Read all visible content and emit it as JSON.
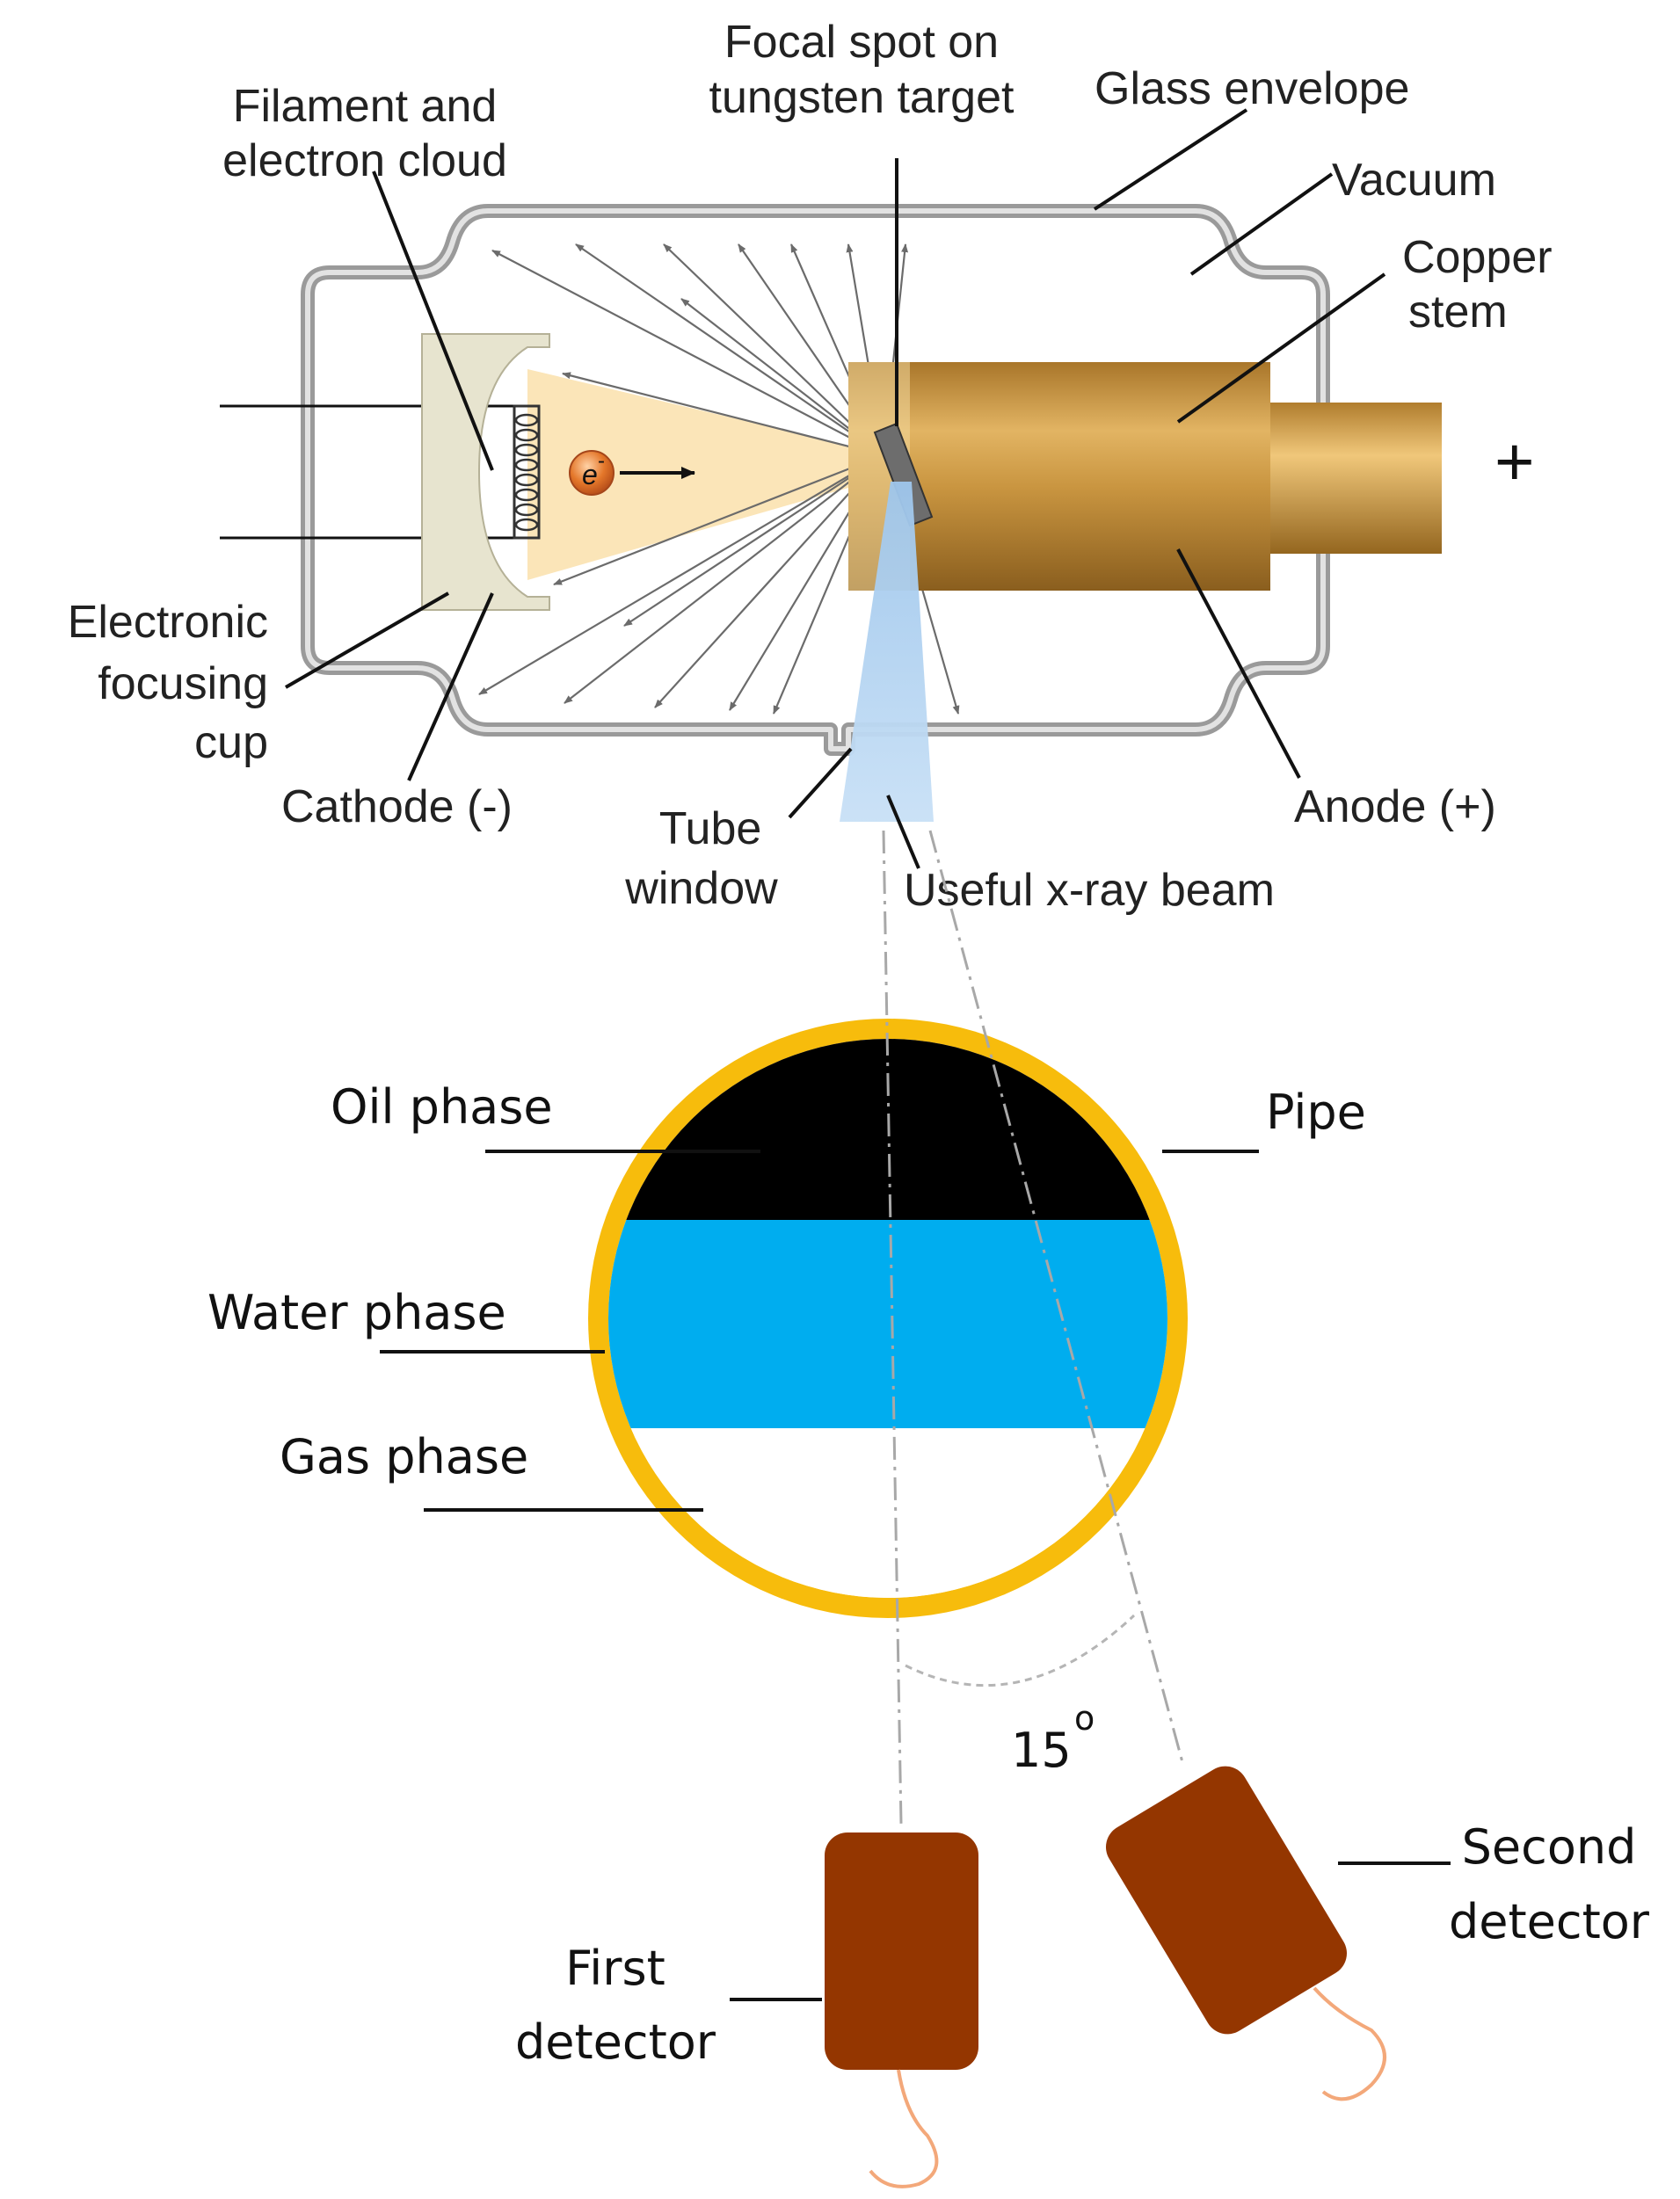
{
  "xray_tube": {
    "labels": {
      "filament_line1": "Filament and",
      "filament_line2": "electron cloud",
      "focal_line1": "Focal spot on",
      "focal_line2": "tungsten target",
      "glass_envelope": "Glass envelope",
      "vacuum": "Vacuum",
      "copper_line1": "Copper",
      "copper_line2": "stem",
      "plus_sign": "+",
      "electronic_line1": "Electronic",
      "electronic_line2": "focusing",
      "electronic_line3": "cup",
      "cathode": "Cathode (-)",
      "tube_window_line1": "Tube",
      "tube_window_line2": "window",
      "useful_beam": "Useful x-ray beam",
      "anode": "Anode (+)",
      "electron_symbol": "e",
      "electron_charge": "-"
    }
  },
  "pipe_section": {
    "labels": {
      "oil_phase": "Oil phase",
      "water_phase": "Water phase",
      "gas_phase": "Gas phase",
      "pipe": "Pipe",
      "angle_value": "15",
      "angle_unit": "o",
      "first_detector_line1": "First",
      "first_detector_line2": "detector",
      "second_detector_line1": "Second",
      "second_detector_line2": "detector"
    }
  },
  "colors": {
    "pipe_wall": "#f7bc0c",
    "oil": "#000000",
    "water": "#00adef",
    "gas": "#ffffff",
    "detector": "#943600",
    "anode_copper": "#c9963c",
    "xray_beam": "#a8cdee",
    "electron_cloud": "#fbe4b4"
  },
  "icons": [
    "electron-particle-icon",
    "arrow-right-icon",
    "filament-coil-icon"
  ]
}
